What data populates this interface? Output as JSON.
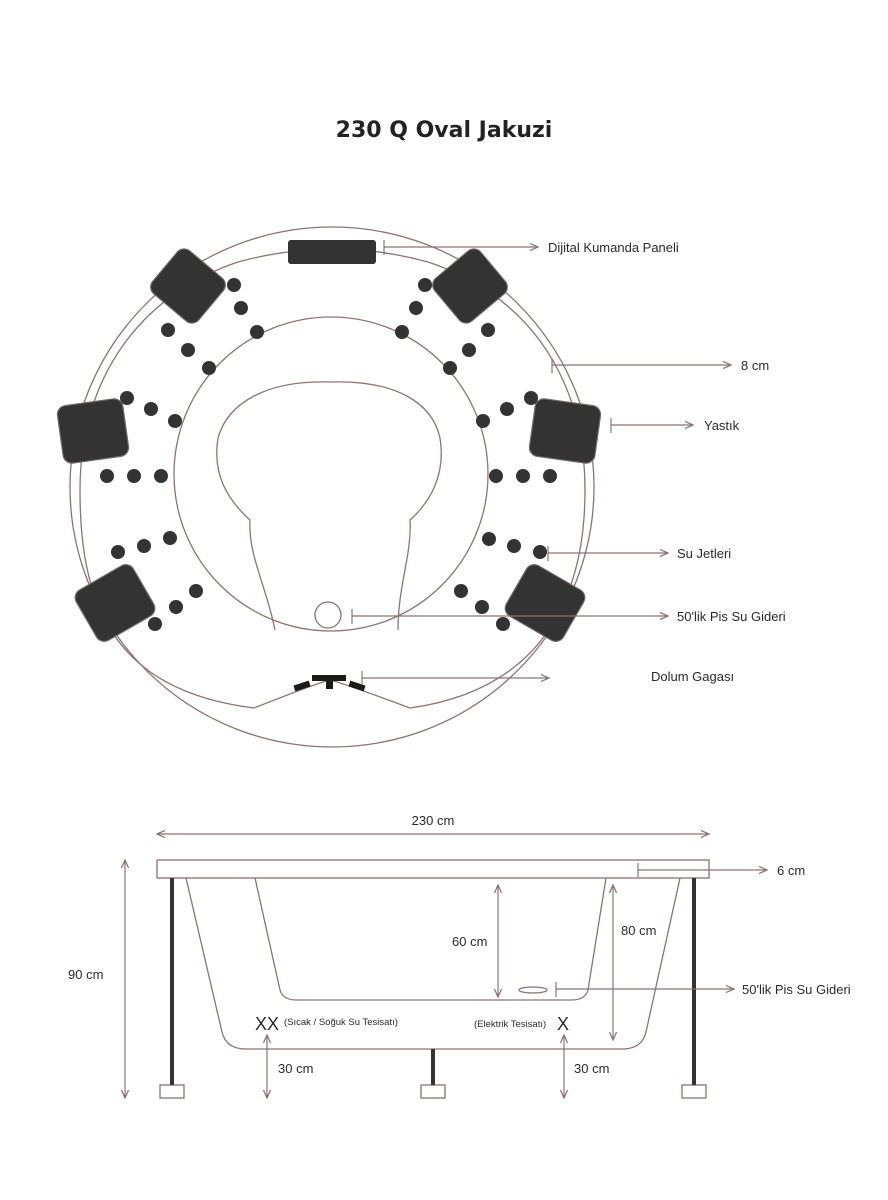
{
  "title": "230 Q Oval Jakuzi",
  "colors": {
    "line": "#8a7470",
    "dark": "#333333",
    "text": "#2a2a2a"
  },
  "top_view": {
    "labels": {
      "panel": "Dijital Kumanda Paneli",
      "rim": "8 cm",
      "pillow": "Yastık",
      "jets": "Su Jetleri",
      "drain": "50'lik Pis Su Gideri",
      "filler": "Dolum Gagası"
    }
  },
  "side_view": {
    "labels": {
      "width": "230 cm",
      "rim_thickness": "6 cm",
      "total_height": "90 cm",
      "inner_depth": "60 cm",
      "outer_depth": "80 cm",
      "drain": "50'lik Pis Su Gideri",
      "water_mark": "XX",
      "water_note": "(Sıcak / Soğuk Su Tesisatı)",
      "electric_note": "(Elektrik Tesisatı)",
      "electric_mark": "X",
      "left_clearance": "30 cm",
      "right_clearance": "30 cm"
    }
  }
}
